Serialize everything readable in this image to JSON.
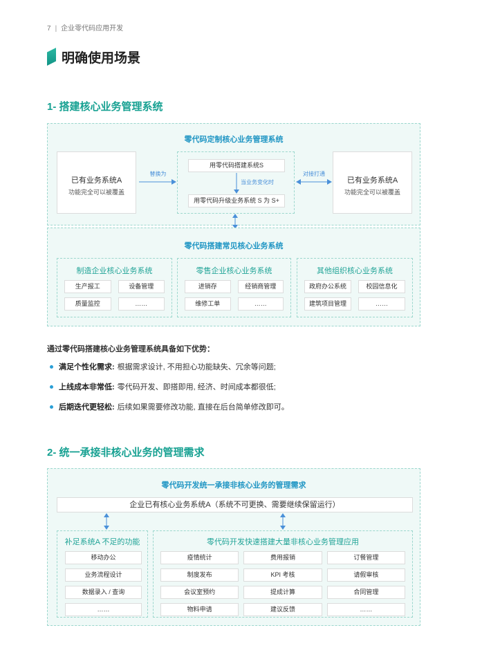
{
  "header": {
    "page_number": "7",
    "separator": "|",
    "doc_title": "企业零代码应用开发"
  },
  "page_title": "明确使用场景",
  "section1": {
    "heading": "1- 搭建核心业务管理系统",
    "custom_box": {
      "title": "零代码定制核心业务管理系统",
      "left_system": {
        "name": "已有业务系统A",
        "desc": "功能完全可以被覆盖"
      },
      "replace_label": "替换为",
      "build_step": "用零代码搭建系统S",
      "change_label": "当业务变化时",
      "upgrade_step": "用零代码升级业务系统 S 为 S+",
      "connect_label": "对接打通",
      "right_system": {
        "name": "已有业务系统A",
        "desc": "功能完全可以被覆盖"
      }
    },
    "common_box": {
      "title": "零代码搭建常见核心业务系统",
      "groups": [
        {
          "title": "制造企业核心业务系统",
          "items": [
            "生产报工",
            "设备管理",
            "质量监控",
            "……"
          ]
        },
        {
          "title": "零售企业核心业务系统",
          "items": [
            "进销存",
            "经销商管理",
            "维修工单",
            "……"
          ]
        },
        {
          "title": "其他组织核心业务系统",
          "items": [
            "政府办公系统",
            "校园信息化",
            "建筑项目管理",
            "……"
          ]
        }
      ]
    },
    "advantages_intro": "通过零代码搭建核心业务管理系统具备如下优势：",
    "advantages": [
      {
        "label": "满足个性化需求:",
        "text": "根据需求设计, 不用担心功能缺失、冗余等问题;"
      },
      {
        "label": "上线成本非常低:",
        "text": "零代码开发、即搭即用, 经济、时间成本都很低;"
      },
      {
        "label": "后期迭代更轻松:",
        "text": "后续如果需要修改功能, 直接在后台简单修改即可。"
      }
    ]
  },
  "section2": {
    "heading": "2- 统一承接非核心业务的管理需求",
    "box": {
      "title": "零代码开发统一承接非核心业务的管理需求",
      "core_system": "企业已有核心业务系统A（系统不可更换、需要继续保留运行）",
      "supplement": {
        "title": "补足系统A 不足的功能",
        "items": [
          "移动办公",
          "业务流程设计",
          "数据录入 / 查询",
          "……"
        ]
      },
      "apps": {
        "title": "零代码开发快速搭建大量非核心业务管理应用",
        "items": [
          "疫情统计",
          "费用报销",
          "订餐管理",
          "制度发布",
          "KPI 考核",
          "请假审核",
          "会议室预约",
          "提成计算",
          "合同管理",
          "物料申请",
          "建议反馈",
          "……"
        ]
      }
    }
  },
  "colors": {
    "teal": "#17a192",
    "box_title": "#2196c4",
    "sub_title": "#21a497",
    "arrow": "#4a90d9",
    "box_bg": "#eff9f7",
    "box_border": "#9bd7cd",
    "bullet": "#2a9fd6"
  }
}
